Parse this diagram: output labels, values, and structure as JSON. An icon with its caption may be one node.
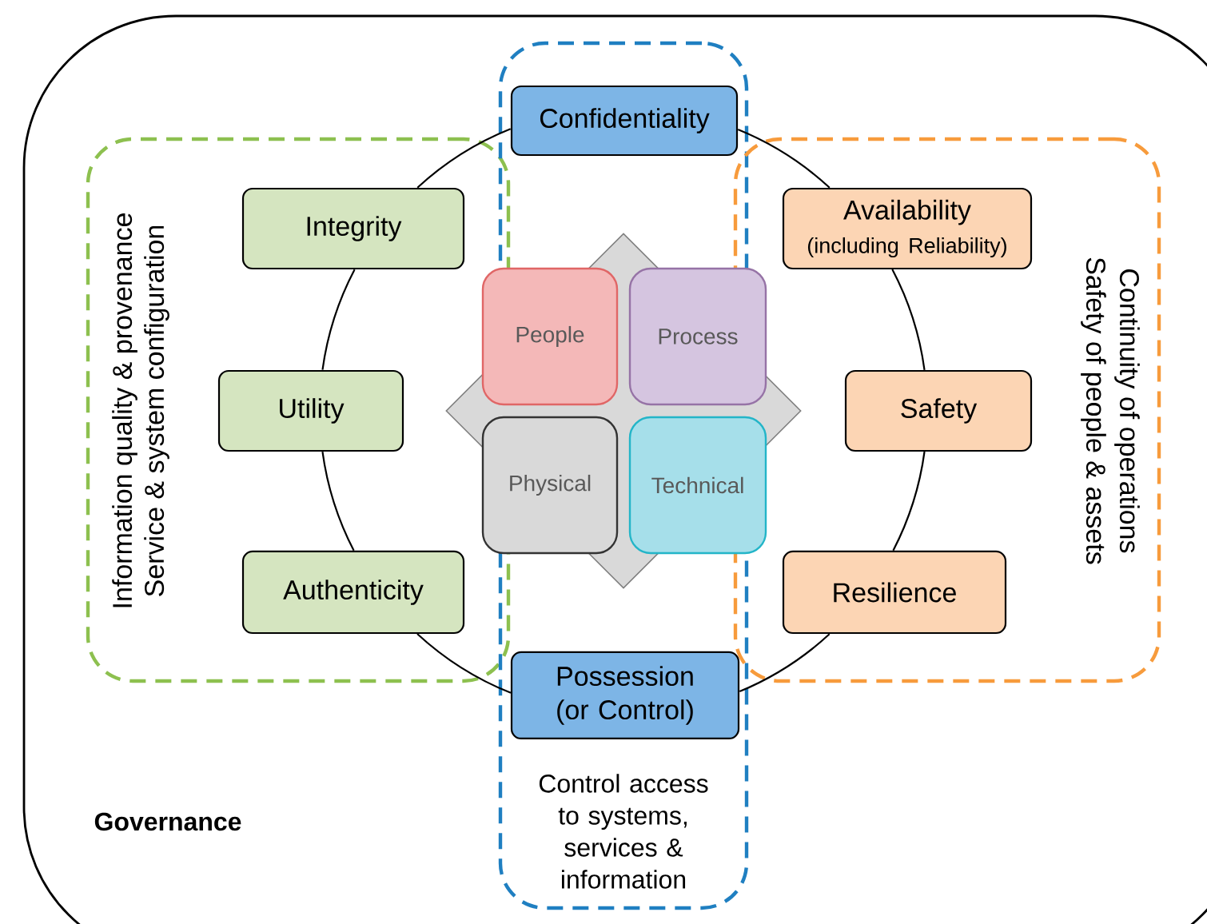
{
  "diagram": {
    "nodes": [
      {
        "text": [
          "Governance"
        ]
      },
      {
        "text": [
          "Information quality & provenance",
          "Service & system configuration"
        ],
        "in": 0
      },
      {
        "text": [
          "Control access to systems, services & information"
        ],
        "in": 0
      },
      {
        "text": [
          "Continuity of operations",
          "Safety of people & assets"
        ],
        "in": 0
      },
      {
        "text": [
          "Confidentiality"
        ],
        "in": 2
      },
      {
        "text": [
          "Integrity"
        ],
        "in": 1
      },
      {
        "text": [
          "Availability",
          "(including Reliability)"
        ],
        "in": 3
      },
      {
        "text": [
          "Utility"
        ],
        "in": 1
      },
      {
        "text": [],
        "shape": "diamond",
        "in": 0
      },
      {
        "text": [
          "People"
        ],
        "in": 8
      },
      {
        "text": [
          "Process"
        ],
        "in": 8
      },
      {
        "text": [
          "Physical"
        ],
        "in": 8
      },
      {
        "text": [
          "Technical"
        ],
        "in": 8
      },
      {
        "text": [
          "Safety"
        ],
        "in": 3
      },
      {
        "text": [
          "Authenticity"
        ],
        "in": 1
      },
      {
        "text": [
          "Resilience"
        ],
        "in": 3
      },
      {
        "text": [
          "Possession (or Control)"
        ],
        "in": 2
      }
    ],
    "edges": [
      {
        "from": 4,
        "to": 6,
        "arrow": "none"
      },
      {
        "from": 6,
        "to": 13,
        "arrow": "none"
      },
      {
        "from": 13,
        "to": 15,
        "arrow": "none"
      },
      {
        "from": 15,
        "to": 16,
        "arrow": "none"
      },
      {
        "from": 16,
        "to": 14,
        "arrow": "none"
      },
      {
        "from": 14,
        "to": 7,
        "arrow": "none"
      },
      {
        "from": 7,
        "to": 5,
        "arrow": "none"
      },
      {
        "from": 5,
        "to": 4,
        "arrow": "none"
      }
    ]
  }
}
